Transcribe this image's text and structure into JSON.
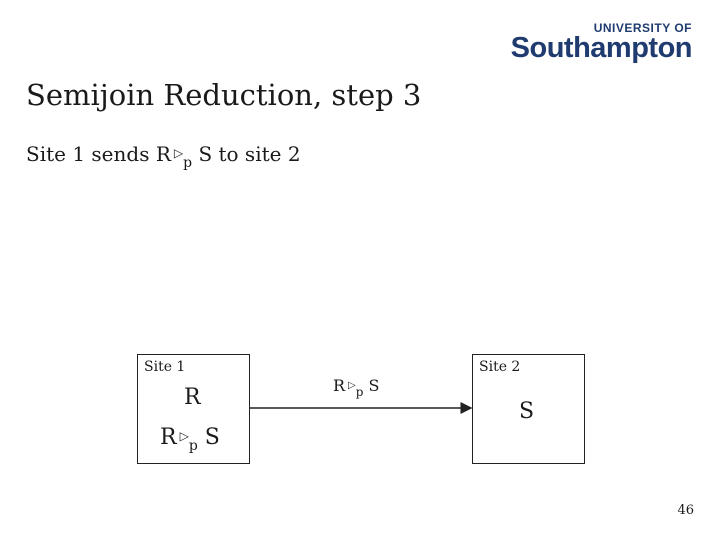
{
  "logo": {
    "top": "UNIVERSITY OF",
    "main": "Southampton"
  },
  "title": "Semijoin Reduction, step 3",
  "subtitle": {
    "prefix": "Site 1 sends R",
    "op": "▷",
    "sub": "p",
    "suffix": "S to site 2"
  },
  "site1": {
    "label": "Site 1",
    "relation": "R",
    "semijoin": {
      "left": "R",
      "op": "▷",
      "sub": "p",
      "right": "S"
    }
  },
  "site2": {
    "label": "Site 2",
    "relation": "S"
  },
  "edge": {
    "left": "R",
    "op": "▷",
    "sub": "p",
    "right": "S"
  },
  "page_number": "46"
}
